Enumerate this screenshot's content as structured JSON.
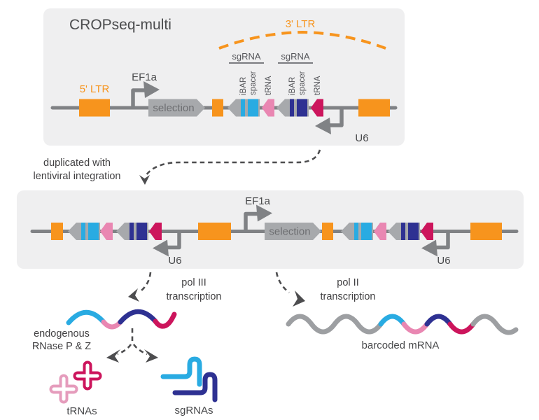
{
  "figure": {
    "panel1": {
      "title": "CROPseq-multi",
      "ltr5_label": "5' LTR",
      "ltr3_label": "3' LTR",
      "ef1a_label": "EF1a",
      "selection_label": "selection",
      "u6_label": "U6",
      "cassette1": {
        "sgRNA_label": "sgRNA",
        "ibar_label": "iBAR",
        "spacer_label": "spacer",
        "trna_label": "tRNA"
      },
      "cassette2": {
        "sgRNA_label": "sgRNA",
        "ibar_label": "iBAR",
        "spacer_label": "spacer",
        "trna_label": "tRNA"
      }
    },
    "transition": {
      "line1": "duplicated with",
      "line2": "lentiviral integration"
    },
    "panel2": {
      "ef1a_label": "EF1a",
      "selection_label": "selection",
      "u6_left_label": "U6",
      "u6_right_label": "U6"
    },
    "pol3": {
      "line1": "pol III",
      "line2": "transcription"
    },
    "pol2": {
      "line1": "pol II",
      "line2": "transcription"
    },
    "rnase": {
      "line1": "endogenous",
      "line2": "RNase P & Z"
    },
    "products": {
      "trnas_label": "tRNAs",
      "sgrnas_label": "sgRNAs",
      "mrna_label": "barcoded mRNA"
    },
    "colors": {
      "orange": "#F7941D",
      "construct_gray": "#808285",
      "shape_gray": "#A7A9AC",
      "cyan": "#29ABE2",
      "navy": "#2E3192",
      "pink": "#E987B2",
      "crimson": "#CC155C",
      "wave_gray": "#9D9FA2",
      "panel_background": "#EFEFF0",
      "text": "#48494B"
    }
  }
}
